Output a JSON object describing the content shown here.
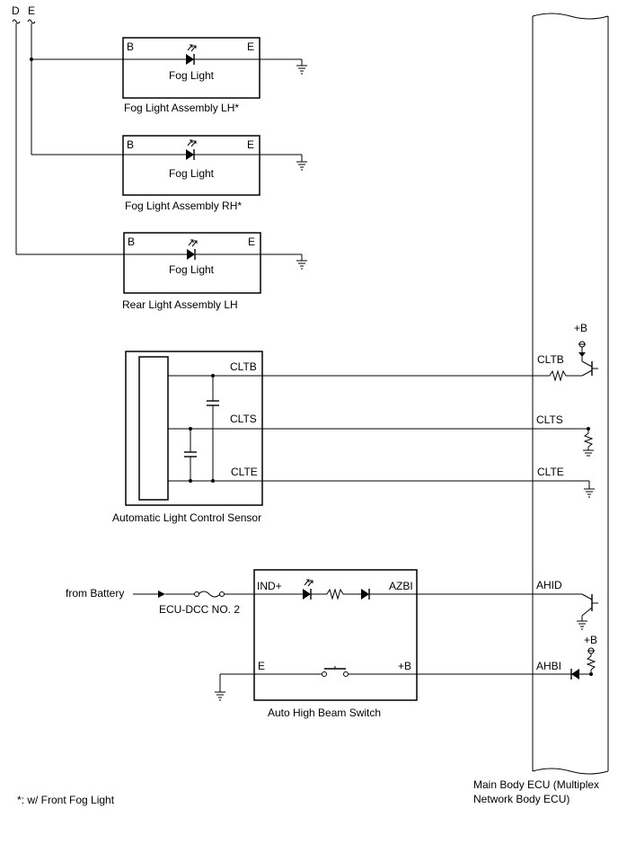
{
  "connectors": {
    "d": "D",
    "e": "E"
  },
  "fog_lh": {
    "pin_b": "B",
    "pin_e": "E",
    "lamp": "Fog Light",
    "caption": "Fog Light Assembly LH*"
  },
  "fog_rh": {
    "pin_b": "B",
    "pin_e": "E",
    "lamp": "Fog Light",
    "caption": "Fog Light Assembly RH*"
  },
  "rear_lh": {
    "pin_b": "B",
    "pin_e": "E",
    "lamp": "Fog Light",
    "caption": "Rear Light Assembly LH"
  },
  "sensor": {
    "caption": "Automatic Light Control Sensor",
    "pins": {
      "cltb": "CLTB",
      "clts": "CLTS",
      "clte": "CLTE"
    }
  },
  "ecu": {
    "caption_line1": "Main Body ECU (Multiplex",
    "caption_line2": "Network Body ECU)",
    "pins": {
      "cltb": "CLTB",
      "clts": "CLTS",
      "clte": "CLTE",
      "ahid": "AHID",
      "ahbi": "AHBI"
    },
    "plus_b_top": "+B",
    "plus_b_bottom": "+B"
  },
  "battery": {
    "from_label": "from Battery",
    "fuse_label": "ECU-DCC NO. 2"
  },
  "switch": {
    "caption": "Auto High Beam Switch",
    "pin_ind": "IND+",
    "pin_azbi": "AZBI",
    "pin_e": "E",
    "pin_plus_b": "+B"
  },
  "footnote": "*: w/ Front Fog Light"
}
